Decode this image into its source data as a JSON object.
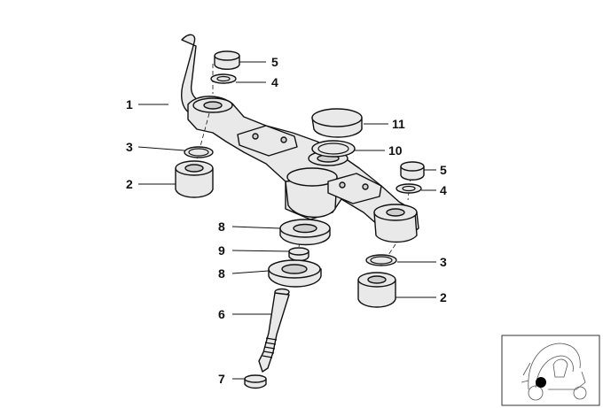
{
  "colors": {
    "line": "#111111",
    "part_fill": "#e9e9e9",
    "marker": "#000000"
  },
  "callouts": {
    "c1": "1",
    "c2_left": "2",
    "c2_right": "2",
    "c3_left": "3",
    "c3_right": "3",
    "c4_left": "4",
    "c4_right": "4",
    "c5_left": "5",
    "c5_right": "5",
    "c6": "6",
    "c7": "7",
    "c8_top": "8",
    "c8_bottom": "8",
    "c9": "9",
    "c10": "10",
    "c11": "11"
  },
  "inset": {
    "marker_icon": "location-dot-icon",
    "vehicle_icon": "scooter-icon"
  }
}
